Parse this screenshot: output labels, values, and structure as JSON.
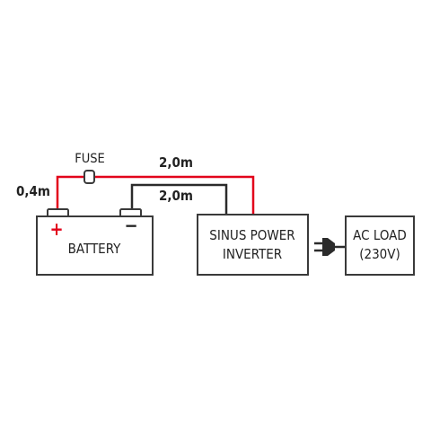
{
  "labels": {
    "fuse": "FUSE",
    "battery_cable_length": "0,4m",
    "positive_cable_length": "2,0m",
    "negative_cable_length": "2,0m",
    "plus_sign": "+",
    "minus_sign": "−"
  },
  "battery": {
    "label": "BATTERY"
  },
  "inverter": {
    "line1": "SINUS POWER",
    "line2": "INVERTER"
  },
  "load": {
    "line1": "AC LOAD",
    "line2": "(230V)"
  },
  "colors": {
    "positive_wire": "#e2001a",
    "negative_wire": "#2b2b2b",
    "outline": "#3a3a3a",
    "text": "#222222"
  },
  "icons": {
    "connector": "plug-icon"
  }
}
